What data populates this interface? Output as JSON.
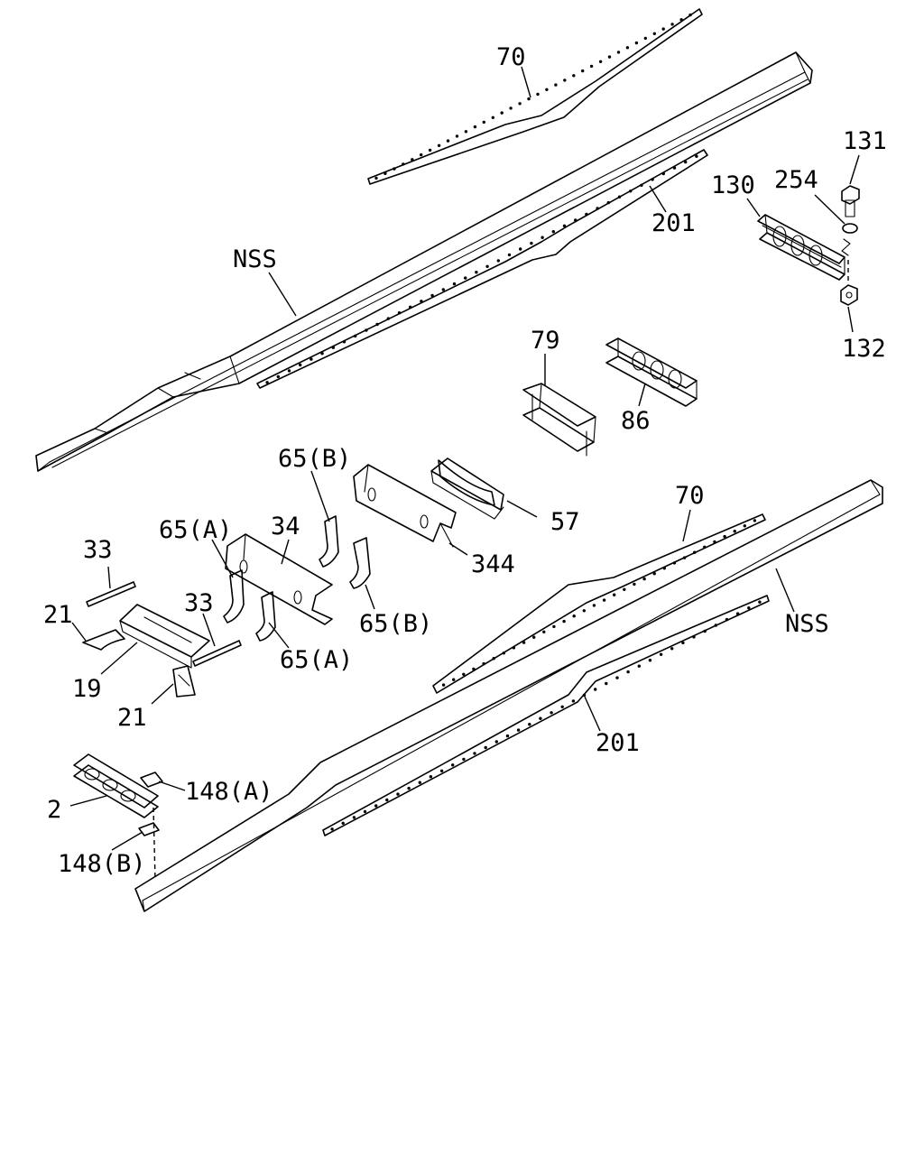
{
  "labels": {
    "l70_top": "70",
    "l131": "131",
    "l254": "254",
    "l130": "130",
    "l201_top": "201",
    "lnss_top": "NSS",
    "l132": "132",
    "l79": "79",
    "l86": "86",
    "l65b_1": "65(B)",
    "l65a_1": "65(A)",
    "l34": "34",
    "l57": "57",
    "l33_1": "33",
    "l344": "344",
    "l70_bot": "70",
    "l21_1": "21",
    "l33_2": "33",
    "l65b_2": "65(B)",
    "lnss_bot": "NSS",
    "l65a_2": "65(A)",
    "l19": "19",
    "l21_2": "21",
    "l201_bot": "201",
    "l148a": "148(A)",
    "l2": "2",
    "l148b": "148(B)"
  },
  "colors": {
    "line": "#000000",
    "background": "#ffffff"
  }
}
